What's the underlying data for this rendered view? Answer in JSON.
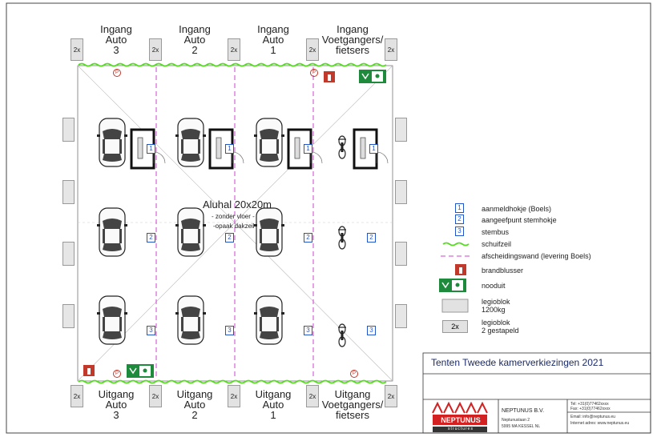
{
  "entrances": [
    {
      "l1": "Ingang",
      "l2": "Auto",
      "l3": "3"
    },
    {
      "l1": "Ingang",
      "l2": "Auto",
      "l3": "2"
    },
    {
      "l1": "Ingang",
      "l2": "Auto",
      "l3": "1"
    },
    {
      "l1": "Ingang",
      "l2": "Voetgangers/",
      "l3": "fietsers"
    }
  ],
  "exits": [
    {
      "l1": "Uitgang",
      "l2": "Auto",
      "l3": "3"
    },
    {
      "l1": "Uitgang",
      "l2": "Auto",
      "l3": "2"
    },
    {
      "l1": "Uitgang",
      "l2": "Auto",
      "l3": "1"
    },
    {
      "l1": "Uitgang",
      "l2": "Voetgangers/",
      "l3": "fietsers"
    }
  ],
  "block_label": "2x",
  "hall": {
    "title": "Aluhal 20x20m",
    "sub1": "- zonder vloer -",
    "sub2": "-opaak dakzeil"
  },
  "marker_labels": {
    "one": "1",
    "two": "2",
    "three": "3",
    "p": "P"
  },
  "legend": [
    {
      "key": "checkin",
      "text": "aanmeldhokje (Boels)",
      "marker": "1"
    },
    {
      "key": "booth",
      "text": "aangeefpunt stemhokje",
      "marker": "2"
    },
    {
      "key": "ballot",
      "text": "stembus",
      "marker": "3"
    },
    {
      "key": "sliding",
      "text": "schuifzeil"
    },
    {
      "key": "partition",
      "text": "afscheidingswand (levering Boels)"
    },
    {
      "key": "extinguisher",
      "text": "brandblusser"
    },
    {
      "key": "exit",
      "text": "nooduit"
    },
    {
      "key": "block",
      "text": "legioblok",
      "text2": "1200kg"
    },
    {
      "key": "block2",
      "text": "legioblok",
      "text2": "2 gestapeld",
      "marker": "2x"
    }
  ],
  "title_block": {
    "title": "Tenten Tweede kamerverkiezingen 2021",
    "logo_name": "NEPTUNUS",
    "logo_sub": "structures",
    "company": "NEPTUNUS B.V.",
    "address1": "Neptunuslaan 2",
    "address2": "5995 MA KESSEL NL",
    "tel": "Tel: +31(0)77462xxxx",
    "fax": "Fax: +31(0)77462xxxx",
    "email": "Email: info@neptunus.eu",
    "web": "Internet adres: www.neptunus.eu"
  },
  "colors": {
    "partition": "#cc44cc",
    "sliding": "#55dd22",
    "extinguisher": "#c0392b",
    "exit": "#1e8a3c",
    "marker": "#2255cc",
    "logo": "#d32020"
  }
}
